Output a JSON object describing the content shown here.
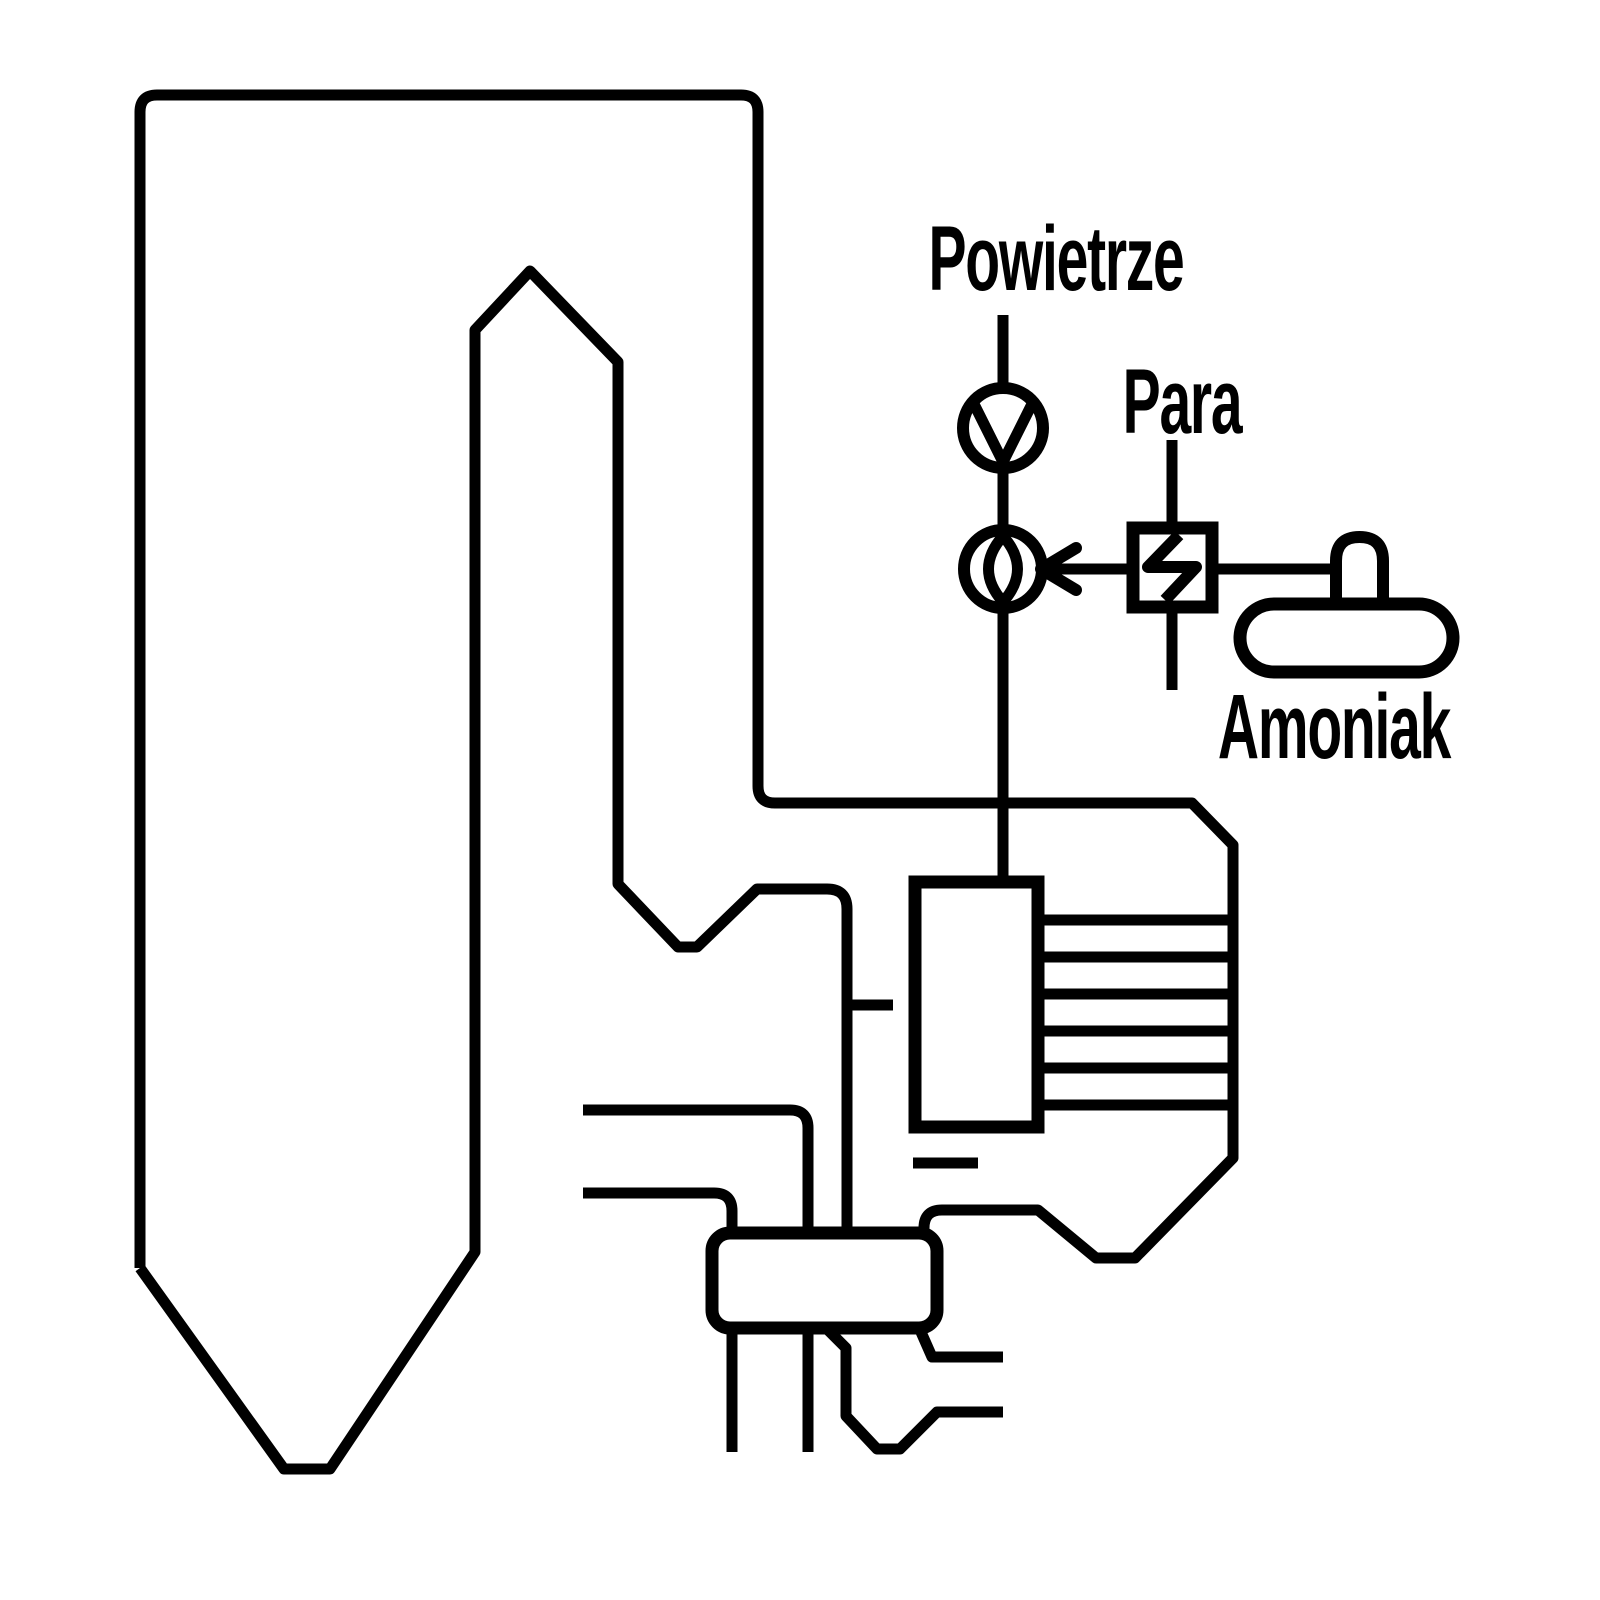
{
  "diagram": {
    "background_color": "#ffffff",
    "line_color": "#000000",
    "labels": {
      "air": "Powietrze",
      "steam": "Para",
      "ammonia": "Amoniak"
    },
    "components": [
      "boiler-outline",
      "furnace-hopper",
      "fan-icon",
      "mixer-icon",
      "steam-heat-exchanger-icon",
      "ammonia-tank-icon",
      "injection-grid-box",
      "catalyst-layer-lines",
      "rotary-air-preheater",
      "arrow-left-icon"
    ]
  }
}
